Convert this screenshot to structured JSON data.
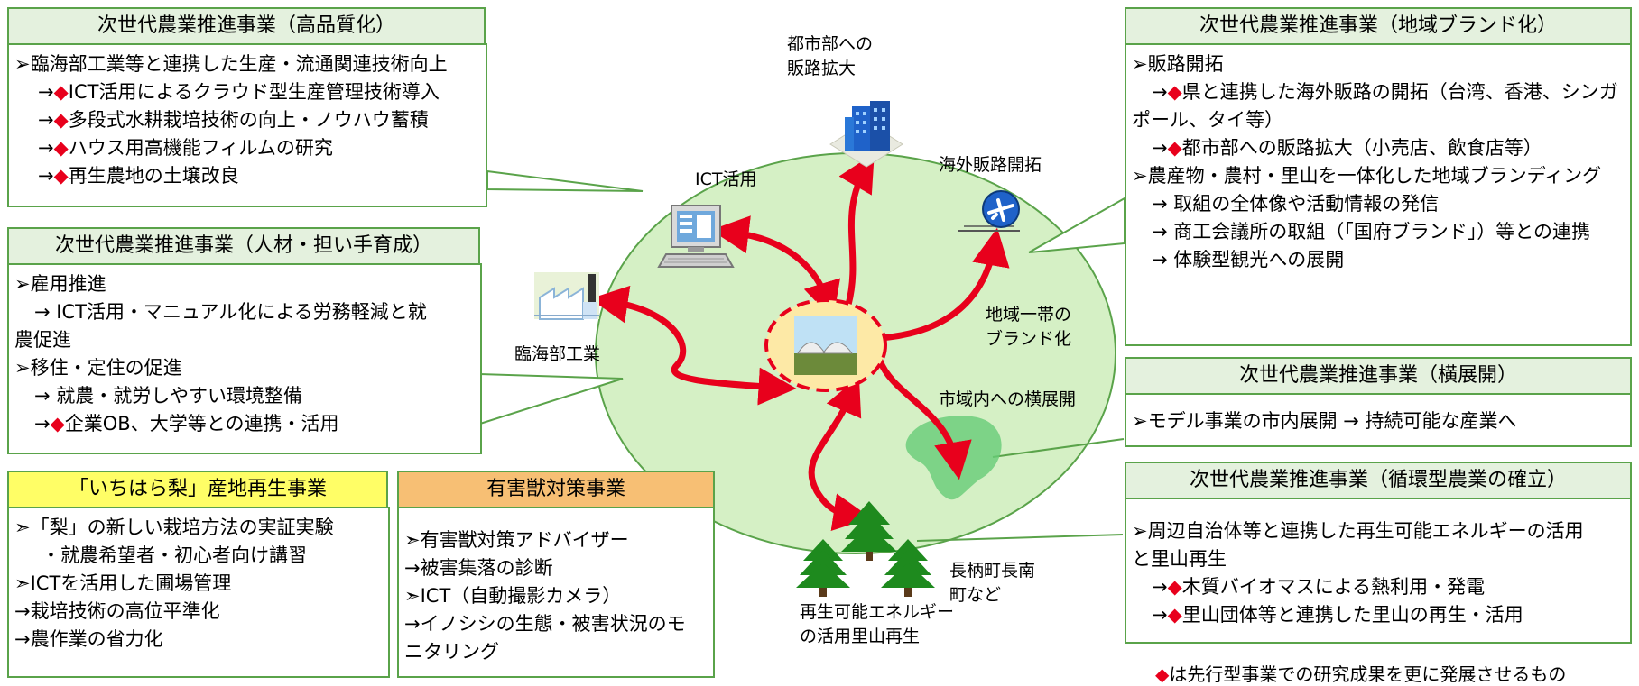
{
  "boxes": {
    "hq": {
      "title": "次世代農業推進事業（高品質化）",
      "lines": [
        "➢臨海部工業等と連携した生産・流通関連技術向上",
        "→◆ICT活用によるクラウド型生産管理技術導入",
        "→◆多段式水耕栽培技術の向上・ノウハウ蓄積",
        "→◆ハウス用高機能フィルムの研究",
        "→◆再生農地の土壌改良"
      ]
    },
    "hr": {
      "title": "次世代農業推進事業（人材・担い手育成）",
      "lines": [
        "➢雇用推進",
        "→ ICT活用・マニュアル化による労務軽減と就農促進",
        "➢移住・定住の促進",
        "→ 就農・就労しやすい環境整備",
        "→◆企業OB、大学等との連携・活用"
      ]
    },
    "pear": {
      "title": "「いちはら梨」産地再生事業",
      "lines": [
        "➣「梨」の新しい栽培方法の実証実験",
        "・就農希望者・初心者向け講習",
        "➣ICTを活用した圃場管理",
        "→栽培技術の高位平準化",
        "→農作業の省力化"
      ]
    },
    "pest": {
      "title": "有害獣対策事業",
      "lines": [
        "➣有害獣対策アドバイザー",
        "→被害集落の診断",
        "➣ICT（自動撮影カメラ）",
        "→イノシシの生態・被害状況のモニタリング"
      ]
    },
    "brand": {
      "title": "次世代農業推進事業（地域ブランド化）",
      "lines": [
        "➢販路開拓",
        "→◆県と連携した海外販路の開拓（台湾、香港、シンガポール、タイ等）",
        "→◆都市部への販路拡大（小売店、飲食店等）",
        "➢農産物・農村・里山を一体化した地域ブランディング",
        "→ 取組の全体像や活動情報の発信",
        "→ 商工会議所の取組（「国府ブランド」）等との連携",
        "→ 体験型観光への展開"
      ]
    },
    "horiz": {
      "title": "次世代農業推進事業（横展開）",
      "lines": [
        "➢モデル事業の市内展開 → 持続可能な産業へ"
      ]
    },
    "circ": {
      "title": "次世代農業推進事業（循環型農業の確立）",
      "lines": [
        "➢周辺自治体等と連携した再生可能エネルギーの活用と里山再生",
        "→◆木質バイオマスによる熱利用・発電",
        "→◆里山団体等と連携した里山の再生・活用"
      ]
    }
  },
  "labels": {
    "city": "都市部への販路拡大",
    "ict": "ICT活用",
    "overseas": "海外販路開拓",
    "coastal": "臨海部工業",
    "regional_brand": "地域一帯のブランド化",
    "expansion": "市域内への横展開",
    "towns": "長柄町長南町など",
    "renewable": "再生可能エネルギーの活用里山再生"
  },
  "footnote": "◆は先行型事業での研究成果を更に発展させるもの",
  "colors": {
    "border": "#5aa34a",
    "header_green": "#e4f1de",
    "header_yellow": "#fffe66",
    "header_orange": "#f7bf74",
    "ellipse": "#d5f0c5",
    "arrow": "#e8001c",
    "diamond": "#e8001c"
  }
}
